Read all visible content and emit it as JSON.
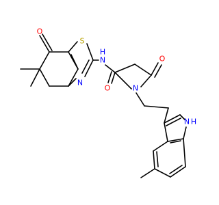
{
  "molecule": {
    "atoms": [
      {
        "id": "O_ketone",
        "label": "O",
        "color": "#ff0000"
      },
      {
        "id": "S_thiazole",
        "label": "S",
        "color": "#b8a200"
      },
      {
        "id": "N_thiazole",
        "label": "N",
        "color": "#0000ff"
      },
      {
        "id": "NH_amide",
        "label": "N",
        "color": "#0000ff"
      },
      {
        "id": "H_amide",
        "label": "H",
        "color": "#0000ff"
      },
      {
        "id": "O_amide",
        "label": "O",
        "color": "#ff0000"
      },
      {
        "id": "O_lactam",
        "label": "O",
        "color": "#ff0000"
      },
      {
        "id": "N_pyrrolidine",
        "label": "N",
        "color": "#0000ff"
      },
      {
        "id": "NH_indole",
        "label": "H",
        "color": "#0000ff"
      },
      {
        "id": "N_indole",
        "label": "N",
        "color": "#0000ff"
      }
    ]
  }
}
